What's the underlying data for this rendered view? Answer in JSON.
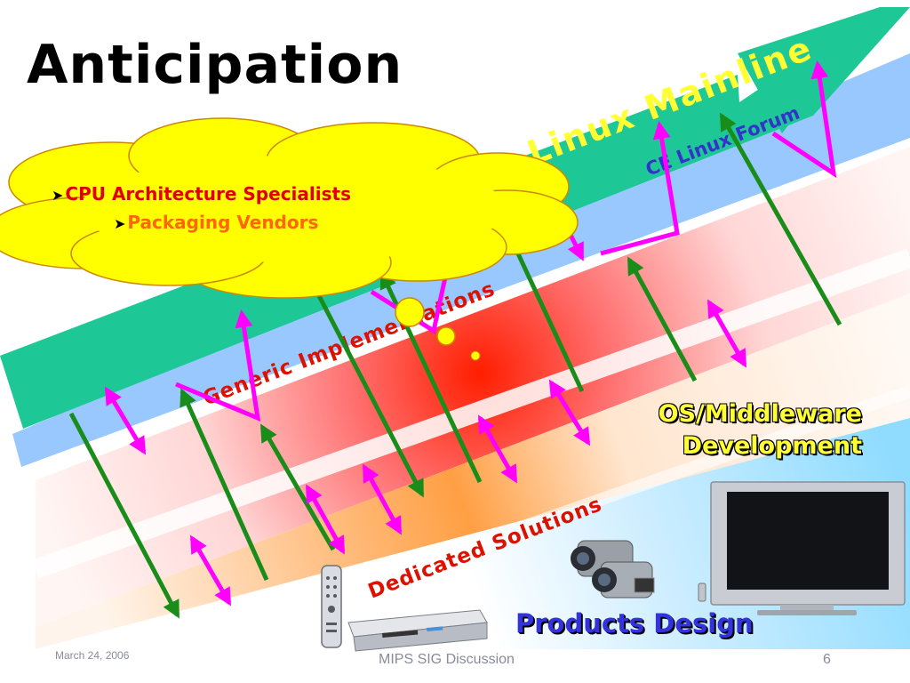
{
  "slide": {
    "title": "Anticipation",
    "cloud": {
      "item1": "CPU Architecture Specialists",
      "item2": "Packaging Vendors",
      "bullet_icon": "arrow-bullet-icon"
    },
    "bands": {
      "linux_mainline": "Linux Mainline",
      "ce_linux_forum": "CE Linux Forum",
      "generic_implementations": "Generic Implementations",
      "dedicated_solutions": "Dedicated Solutions"
    },
    "labels": {
      "os_middleware_line1": "OS/Middleware",
      "os_middleware_line2": "Development",
      "products_design": "Products Design"
    },
    "footer": {
      "date": "March 24,  2006",
      "center": "MIPS SIG Discussion",
      "page": "6"
    },
    "colors": {
      "mainline_band": "#1ec896",
      "forum_band": "#99c8ff",
      "mainline_text": "#ffff33",
      "forum_text": "#3333cc",
      "generic_text": "#dd1100",
      "dedicated_text": "#dd1100",
      "green_arrow": "#1a8c1a",
      "magenta_arrow": "#ff00ff",
      "cloud_fill": "#ffff00"
    },
    "icons": [
      "remote-control-icon",
      "dvd-player-icon",
      "camcorder-icon",
      "flat-tv-icon"
    ]
  }
}
